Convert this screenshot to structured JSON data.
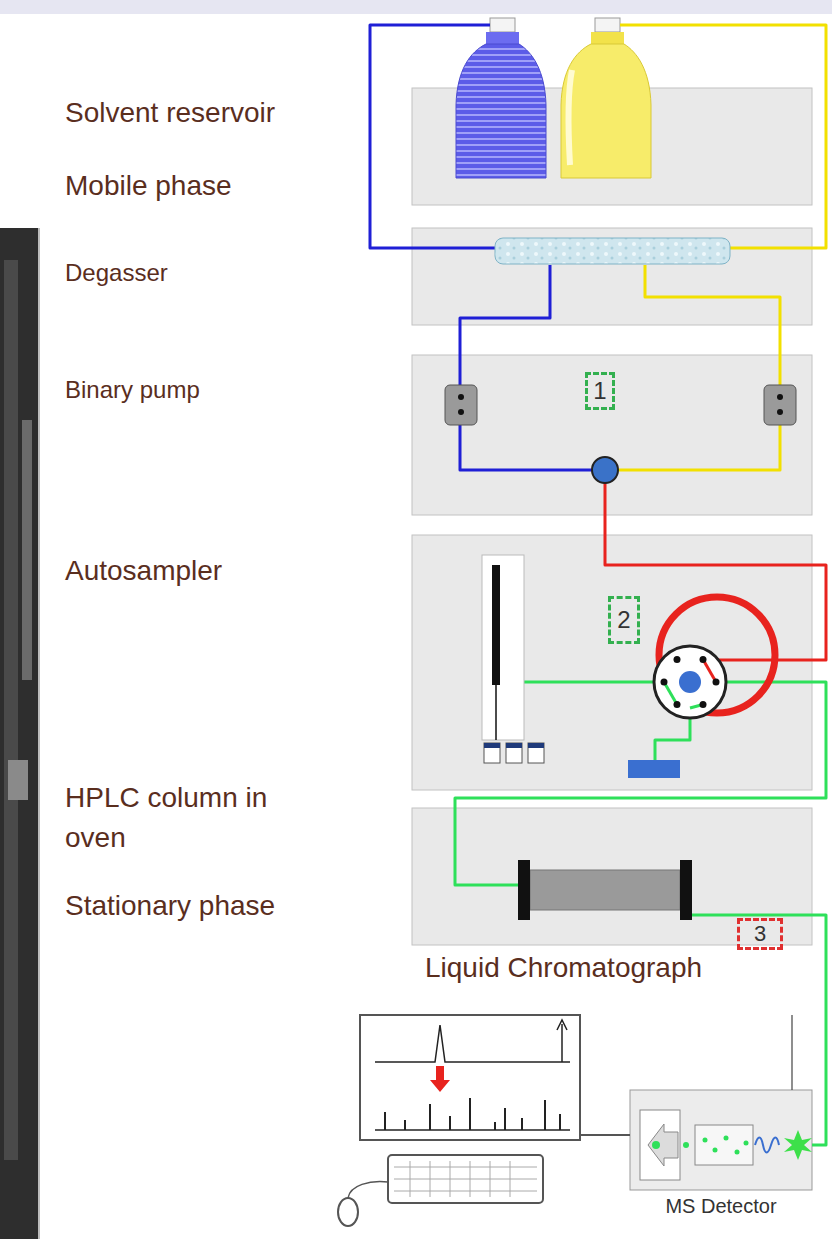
{
  "diagram": {
    "nodes": [
      {
        "text": [
          "Solvent reservoir",
          "Mobile phase"
        ]
      },
      {
        "text": [
          "Degasser"
        ]
      },
      {
        "text": [
          "Binary pump"
        ]
      },
      {
        "text": [
          "Autosampler"
        ]
      },
      {
        "text": [
          "HPLC column in oven",
          "Stationary phase"
        ]
      },
      {
        "text": [
          "MS Detector"
        ]
      }
    ],
    "edges": [
      {
        "from": 0,
        "to": 1,
        "arrow": "none"
      },
      {
        "from": 0,
        "to": 1,
        "arrow": "none"
      },
      {
        "from": 1,
        "to": 2,
        "arrow": "none"
      },
      {
        "from": 1,
        "to": 2,
        "arrow": "none"
      },
      {
        "from": 2,
        "to": 3,
        "arrow": "none"
      },
      {
        "from": 3,
        "to": 4,
        "arrow": "none"
      },
      {
        "from": 4,
        "to": 5,
        "arrow": "none"
      }
    ],
    "labels": [
      "1",
      "2",
      "3",
      "Liquid Chromatograph"
    ]
  }
}
